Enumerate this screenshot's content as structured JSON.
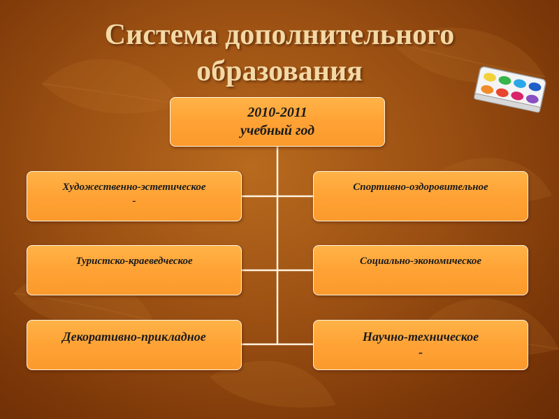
{
  "title": {
    "line1": "Система дополнительного",
    "line2": "образования"
  },
  "root": {
    "line1": "2010-2011",
    "line2": "учебный год"
  },
  "branches": {
    "left": [
      {
        "line1": "Художественно-эстетическое",
        "line2": "-"
      },
      {
        "line1": "Туристско-краеведческое",
        "line2": ""
      },
      {
        "line1": "Декоративно-прикладное",
        "line2": ""
      }
    ],
    "right": [
      {
        "line1": "Спортивно-оздоровительное",
        "line2": ""
      },
      {
        "line1": "Социально-экономическое",
        "line2": ""
      },
      {
        "line1": "Научно-техническое",
        "line2": "-"
      }
    ]
  },
  "colors": {
    "background": "#9a4f12",
    "box_fill": "#ffa235",
    "title_text": "#f3d9a6",
    "connector": "#fff3e0"
  },
  "icons": {
    "decoration": "paint-palette-icon"
  }
}
